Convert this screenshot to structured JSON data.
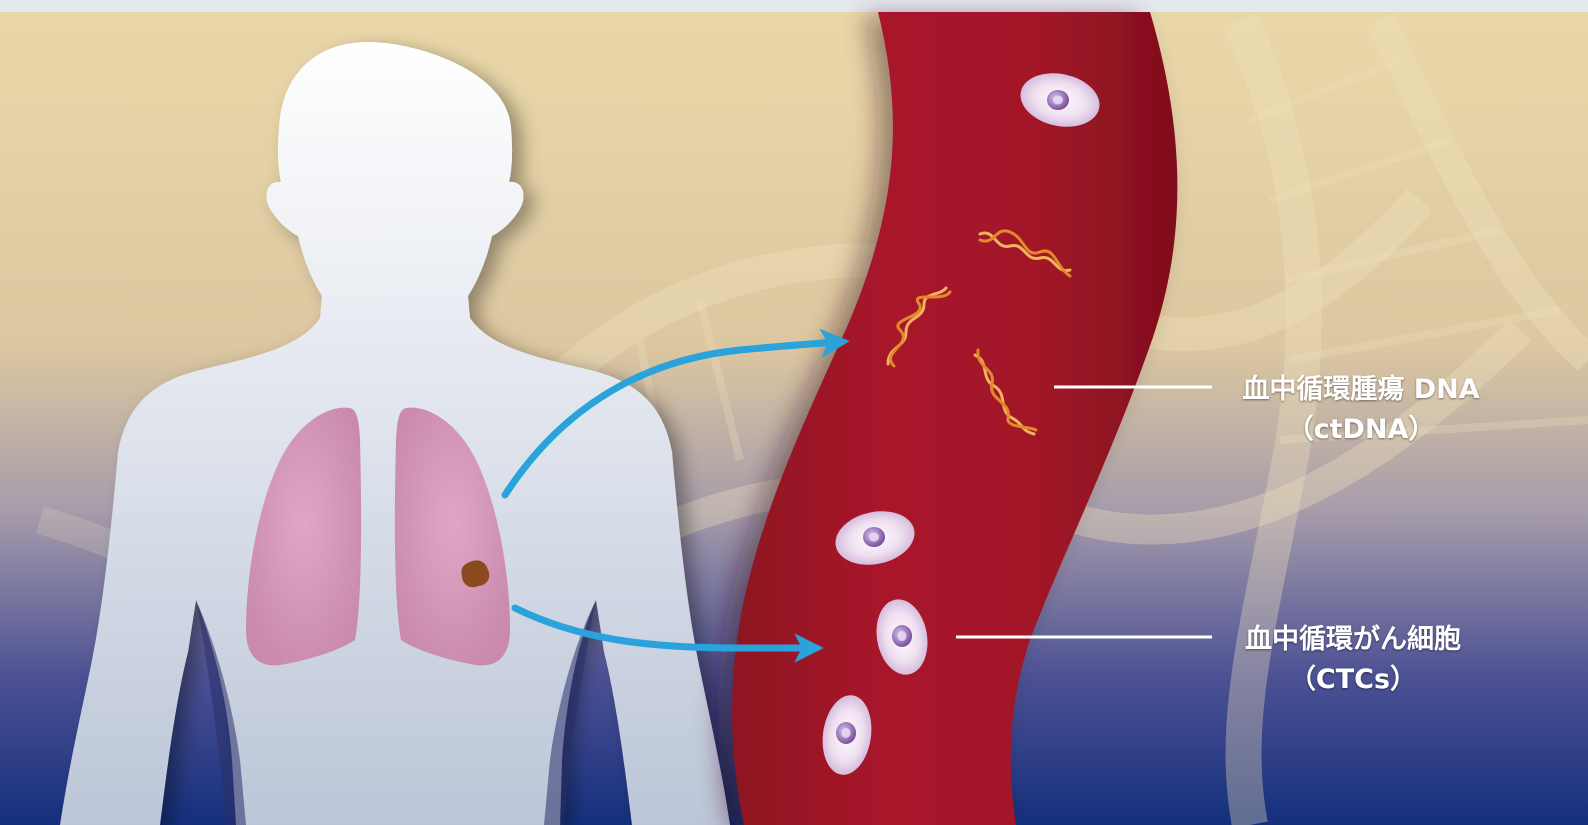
{
  "labels": {
    "ctdna": {
      "line1": "血中循環腫瘍 DNA",
      "line2": "（ctDNA）"
    },
    "ctcs": {
      "line1": "血中循環がん細胞",
      "line2": "（CTCs）"
    }
  },
  "colors": {
    "background_top": "#e9d7a6",
    "background_bottom": "#1a3480",
    "body_silhouette": "#d7dde9",
    "lungs": "#d392b4",
    "tumor": "#8a4a1e",
    "blood_vessel": "#a31729",
    "arrows": "#2aa3dc",
    "cells": "#e3cde6",
    "dna_fragments": "#f2b35c",
    "leader_lines": "#ffffff"
  },
  "icons": [
    "human-body",
    "lungs",
    "tumor",
    "blood-vessel",
    "tumor-cell",
    "dna-strand",
    "arrow",
    "dna-helix-background"
  ]
}
